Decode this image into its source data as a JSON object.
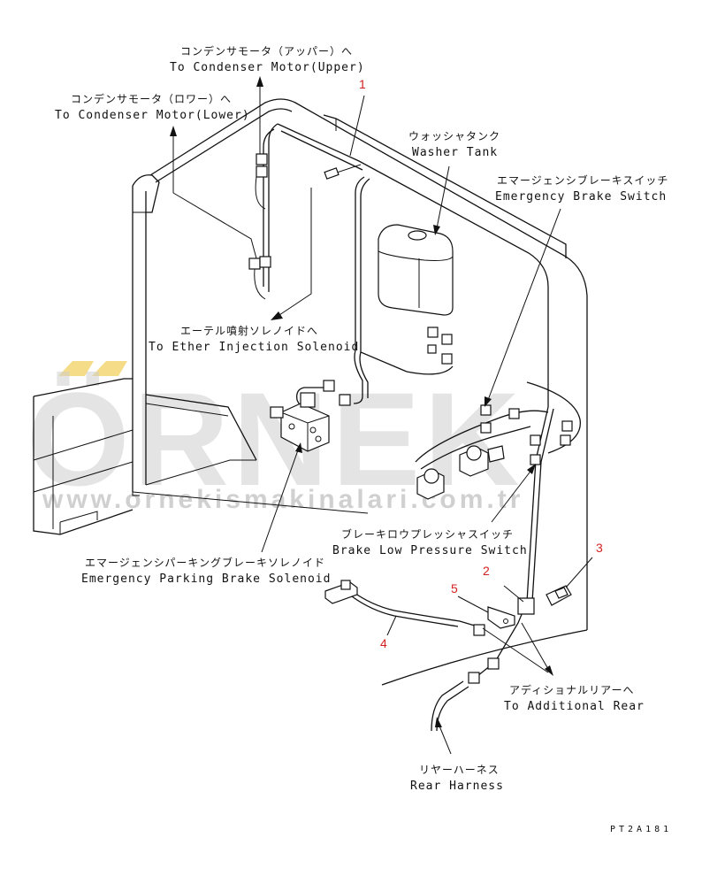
{
  "labels": {
    "condenser_upper_jp": "コンデンサモータ（アッパー）へ",
    "condenser_upper_en": "To Condenser Motor(Upper)",
    "condenser_lower_jp": "コンデンサモータ（ロワー）へ",
    "condenser_lower_en": "To Condenser Motor(Lower)",
    "washer_tank_jp": "ウォッシャタンク",
    "washer_tank_en": "Washer Tank",
    "emergency_brake_switch_jp": "エマージェンシブレーキスイッチ",
    "emergency_brake_switch_en": "Emergency Brake Switch",
    "ether_injection_jp": "エーテル噴射ソレノイドへ",
    "ether_injection_en": "To Ether Injection Solenoid",
    "brake_low_pressure_jp": "ブレーキロウプレッシャスイッチ",
    "brake_low_pressure_en": "Brake Low Pressure Switch",
    "parking_brake_solenoid_jp": "エマージェンシパーキングブレーキソレノイド",
    "parking_brake_solenoid_en": "Emergency Parking Brake Solenoid",
    "additional_rear_jp": "アディショナルリアーへ",
    "additional_rear_en": "To Additional Rear",
    "rear_harness_jp": "リヤーハーネス",
    "rear_harness_en": "Rear Harness"
  },
  "callouts": {
    "c1": "1",
    "c2": "2",
    "c3": "3",
    "c4": "4",
    "c5": "5"
  },
  "drawing_code": "PT2A181",
  "watermark": {
    "brand": "ÖRNEK",
    "url": "www.ornekismakinalari.com.tr"
  },
  "colors": {
    "line": "#111111",
    "callout": "#d42020",
    "watermark": "#cfcfcf",
    "watermark_accent": "#f3d36a"
  }
}
